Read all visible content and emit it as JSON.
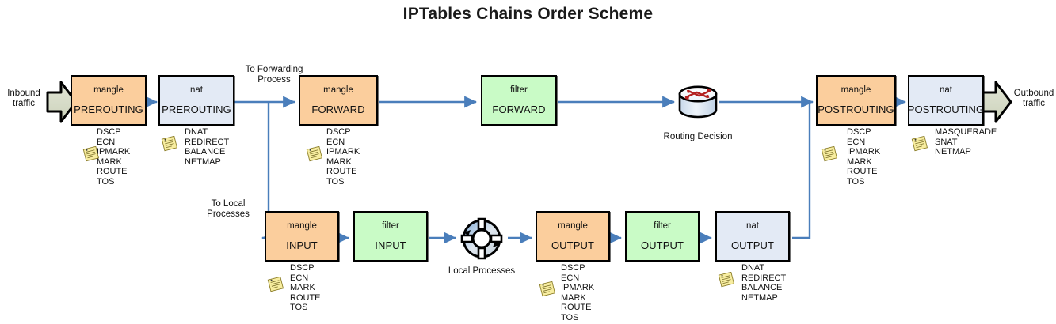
{
  "title": "IPTables Chains Order Scheme",
  "colors": {
    "mangle": "#fbce9d",
    "nat": "#e3eaf5",
    "filter": "#c9fbc6",
    "arrow": "#4a7ebb",
    "block_arrow_fill": "#d7dcc8",
    "outline": "#000000",
    "router_red": "#b32020",
    "text": "#111111"
  },
  "edges": {
    "inbound_label": "Inbound\ntraffic",
    "outbound_label": "Outbound\ntraffic",
    "to_forwarding_label": "To Forwarding\nProcess",
    "to_local_label": "To Local\nProcesses"
  },
  "nodes": {
    "routing_decision": {
      "caption": "Routing Decision",
      "icon": "router-icon"
    },
    "local_processes": {
      "caption": "Local Processes",
      "icon": "process-cycle-icon"
    }
  },
  "chains": [
    {
      "id": "mangle-prerouting",
      "table": "mangle",
      "chain": "PREROUTING",
      "color_key": "mangle",
      "targets": [
        "DSCP",
        "ECN",
        "IPMARK",
        "MARK",
        "ROUTE",
        "TOS"
      ],
      "targets_text": "DSCP\nECN\nIPMARK\nMARK\nROUTE\nTOS"
    },
    {
      "id": "nat-prerouting",
      "table": "nat",
      "chain": "PREROUTING",
      "color_key": "nat",
      "targets": [
        "DNAT",
        "REDIRECT",
        "BALANCE",
        "NETMAP"
      ],
      "targets_text": "DNAT\nREDIRECT\nBALANCE\nNETMAP"
    },
    {
      "id": "mangle-forward",
      "table": "mangle",
      "chain": "FORWARD",
      "color_key": "mangle",
      "targets": [
        "DSCP",
        "ECN",
        "IPMARK",
        "MARK",
        "ROUTE",
        "TOS"
      ],
      "targets_text": "DSCP\nECN\nIPMARK\nMARK\nROUTE\nTOS"
    },
    {
      "id": "filter-forward",
      "table": "filter",
      "chain": "FORWARD",
      "color_key": "filter",
      "targets": [],
      "targets_text": ""
    },
    {
      "id": "mangle-postrouting",
      "table": "mangle",
      "chain": "POSTROUTING",
      "color_key": "mangle",
      "targets": [
        "DSCP",
        "ECN",
        "IPMARK",
        "MARK",
        "ROUTE",
        "TOS"
      ],
      "targets_text": "DSCP\nECN\nIPMARK\nMARK\nROUTE\nTOS"
    },
    {
      "id": "nat-postrouting",
      "table": "nat",
      "chain": "POSTROUTING",
      "color_key": "nat",
      "targets": [
        "MASQUERADE",
        "SNAT",
        "NETMAP"
      ],
      "targets_text": "MASQUERADE\nSNAT\nNETMAP"
    },
    {
      "id": "mangle-input",
      "table": "mangle",
      "chain": "INPUT",
      "color_key": "mangle",
      "targets": [
        "DSCP",
        "ECN",
        "MARK",
        "ROUTE",
        "TOS"
      ],
      "targets_text": "DSCP\nECN\nMARK\nROUTE\nTOS"
    },
    {
      "id": "filter-input",
      "table": "filter",
      "chain": "INPUT",
      "color_key": "filter",
      "targets": [],
      "targets_text": ""
    },
    {
      "id": "mangle-output",
      "table": "mangle",
      "chain": "OUTPUT",
      "color_key": "mangle",
      "targets": [
        "DSCP",
        "ECN",
        "IPMARK",
        "MARK",
        "ROUTE",
        "TOS"
      ],
      "targets_text": "DSCP\nECN\nIPMARK\nMARK\nROUTE\nTOS"
    },
    {
      "id": "filter-output",
      "table": "filter",
      "chain": "OUTPUT",
      "color_key": "filter",
      "targets": [],
      "targets_text": ""
    },
    {
      "id": "nat-output",
      "table": "nat",
      "chain": "OUTPUT",
      "color_key": "nat",
      "targets": [
        "DNAT",
        "REDIRECT",
        "BALANCE",
        "NETMAP"
      ],
      "targets_text": "DNAT\nREDIRECT\nBALANCE\nNETMAP"
    }
  ]
}
